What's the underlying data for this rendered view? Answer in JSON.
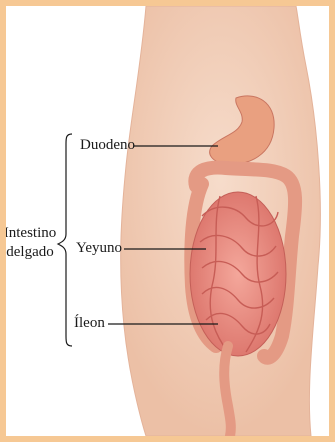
{
  "diagram": {
    "group_label_line1": "Intestino",
    "group_label_line2": "delgado",
    "labels": {
      "duodeno": "Duodeno",
      "yeyuno": "Yeyuno",
      "ileon": "Íleon"
    }
  },
  "colors": {
    "frame": "#f6c894",
    "skin": "#f3d2bd",
    "intestine": "#e98a7f",
    "stomach": "#e9a080"
  }
}
